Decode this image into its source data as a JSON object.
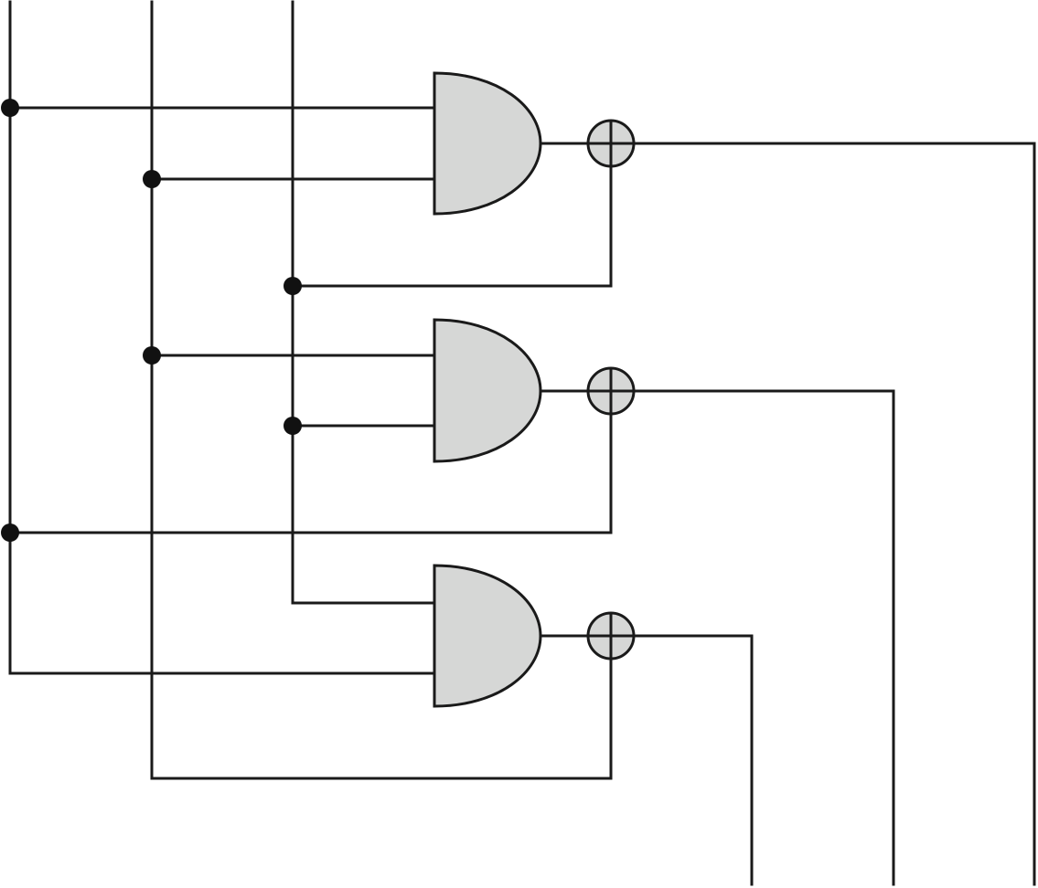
{
  "diagram": {
    "type": "logic-circuit",
    "colors": {
      "wire": "#1a1a1a",
      "gate_fill": "#d6d7d6",
      "xor_fill": "#d6d7d6",
      "junction": "#111111",
      "background": "#ffffff"
    },
    "inputs": [
      "line-1",
      "line-2",
      "line-3"
    ],
    "gates": [
      {
        "id": "and-gate-1",
        "kind": "and",
        "inputs": [
          "line-1",
          "line-2"
        ]
      },
      {
        "id": "and-gate-2",
        "kind": "and",
        "inputs": [
          "line-2",
          "line-3"
        ]
      },
      {
        "id": "and-gate-3",
        "kind": "and",
        "inputs": [
          "line-3",
          "line-1"
        ]
      },
      {
        "id": "xor-gate-1",
        "kind": "xor",
        "inputs": [
          "and-gate-1",
          "line-3"
        ]
      },
      {
        "id": "xor-gate-2",
        "kind": "xor",
        "inputs": [
          "and-gate-2",
          "line-1"
        ]
      },
      {
        "id": "xor-gate-3",
        "kind": "xor",
        "inputs": [
          "and-gate-3",
          "line-2"
        ]
      }
    ],
    "outputs": [
      "xor-gate-1",
      "xor-gate-2",
      "xor-gate-3"
    ]
  }
}
